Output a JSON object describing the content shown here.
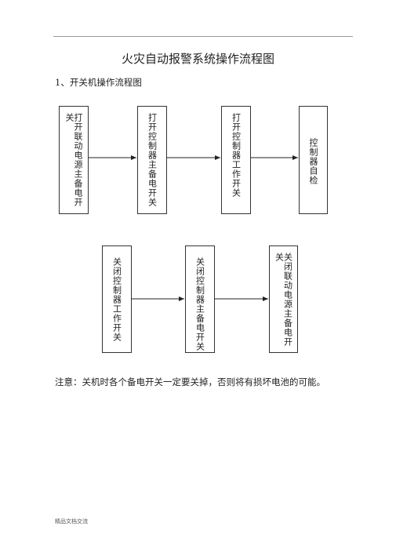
{
  "document": {
    "title": "火灾自动报警系统操作流程图",
    "section_heading": "1、开关机操作流程图",
    "note": "注意：关机时各个备电开关一定要关掉，否则将有损坏电池的可能。",
    "footer": "精品文档交流"
  },
  "flow_on": {
    "steps": [
      "打开联动电源主备电开关",
      "打开控制器主备电开关",
      "打开控制器工作开关",
      "控制器自检"
    ]
  },
  "flow_off": {
    "steps": [
      "关闭控制器工作开关",
      "关闭控制器主备电开关",
      "关闭联动电源主备电开关"
    ]
  }
}
